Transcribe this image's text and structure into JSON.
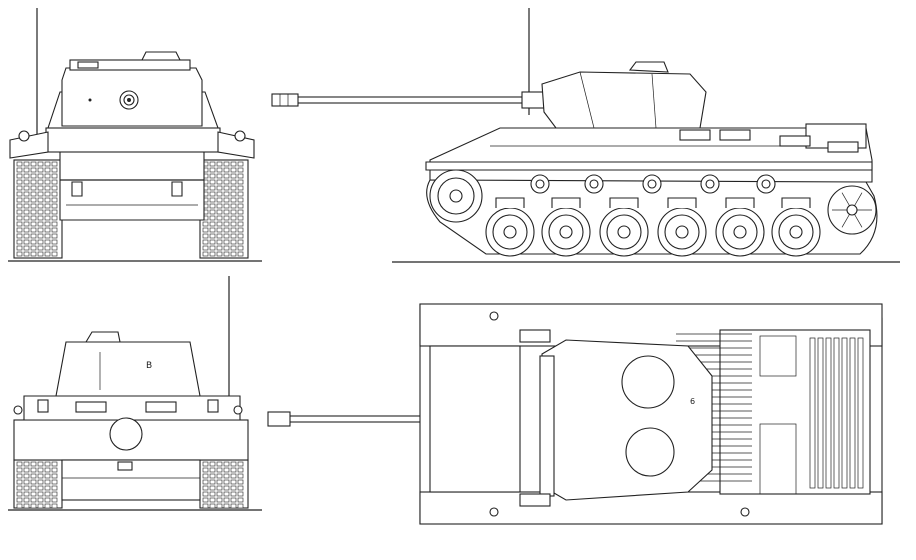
{
  "views": [
    {
      "id": "front",
      "marking": ""
    },
    {
      "id": "side",
      "marking": ""
    },
    {
      "id": "rear",
      "marking": "B"
    },
    {
      "id": "top",
      "marking": "6"
    }
  ]
}
